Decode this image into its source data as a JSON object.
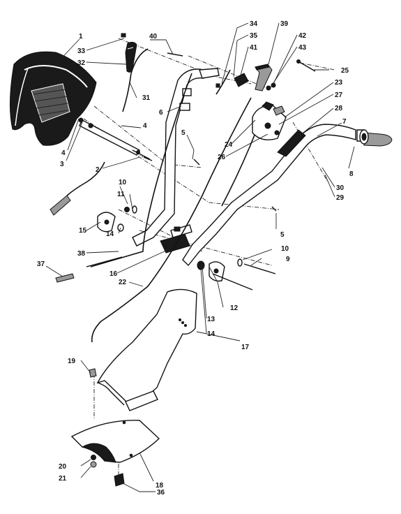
{
  "callouts": [
    "1",
    "2",
    "3",
    "4",
    "4",
    "5",
    "5",
    "6",
    "7",
    "8",
    "9",
    "10",
    "10",
    "11",
    "12",
    "13",
    "14",
    "14",
    "15",
    "16",
    "17",
    "18",
    "19",
    "20",
    "21",
    "22",
    "23",
    "24",
    "25",
    "26",
    "27",
    "28",
    "29",
    "30",
    "31",
    "32",
    "33",
    "34",
    "35",
    "36",
    "37",
    "38",
    "39",
    "40",
    "41",
    "42",
    "43"
  ],
  "colors": {
    "line": "#111111",
    "part_dark": "#1a1a1a",
    "part_gray": "#9a9a9a",
    "background": "#ffffff"
  }
}
